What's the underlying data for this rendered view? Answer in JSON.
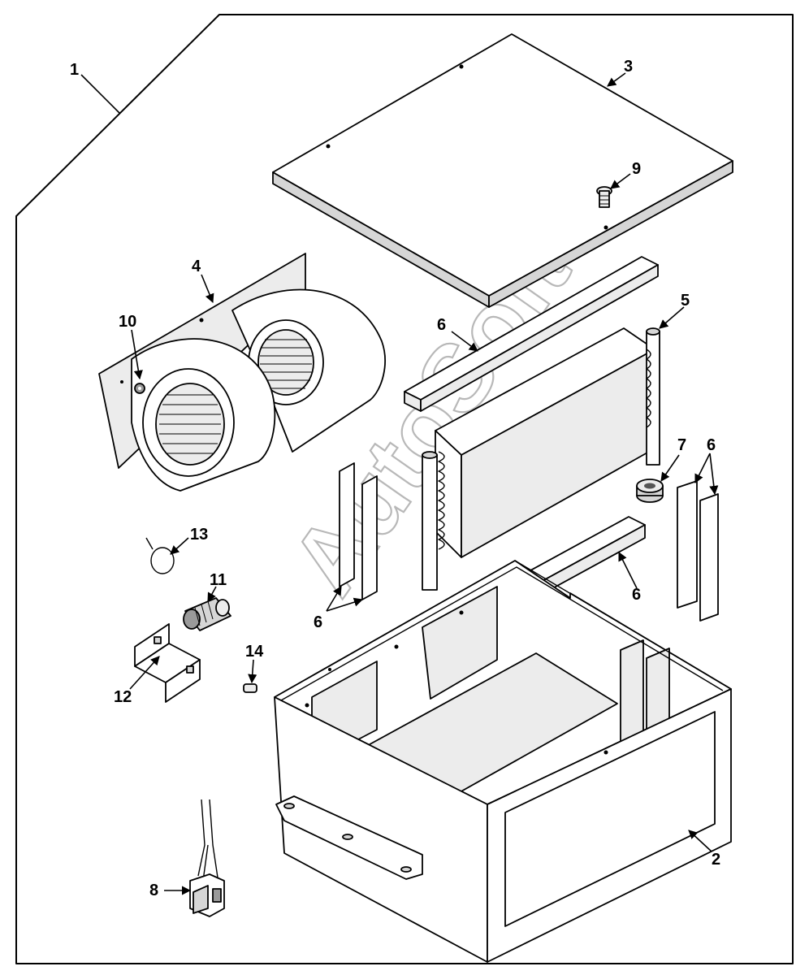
{
  "diagram": {
    "callouts": {
      "c1": "1",
      "c2": "2",
      "c3": "3",
      "c4": "4",
      "c5": "5",
      "c6a": "6",
      "c6b": "6",
      "c6c": "6",
      "c6d": "6",
      "c7": "7",
      "c8": "8",
      "c9": "9",
      "c10": "10",
      "c11": "11",
      "c12": "12",
      "c13": "13",
      "c14": "14"
    },
    "watermark": "AutoSoft"
  }
}
